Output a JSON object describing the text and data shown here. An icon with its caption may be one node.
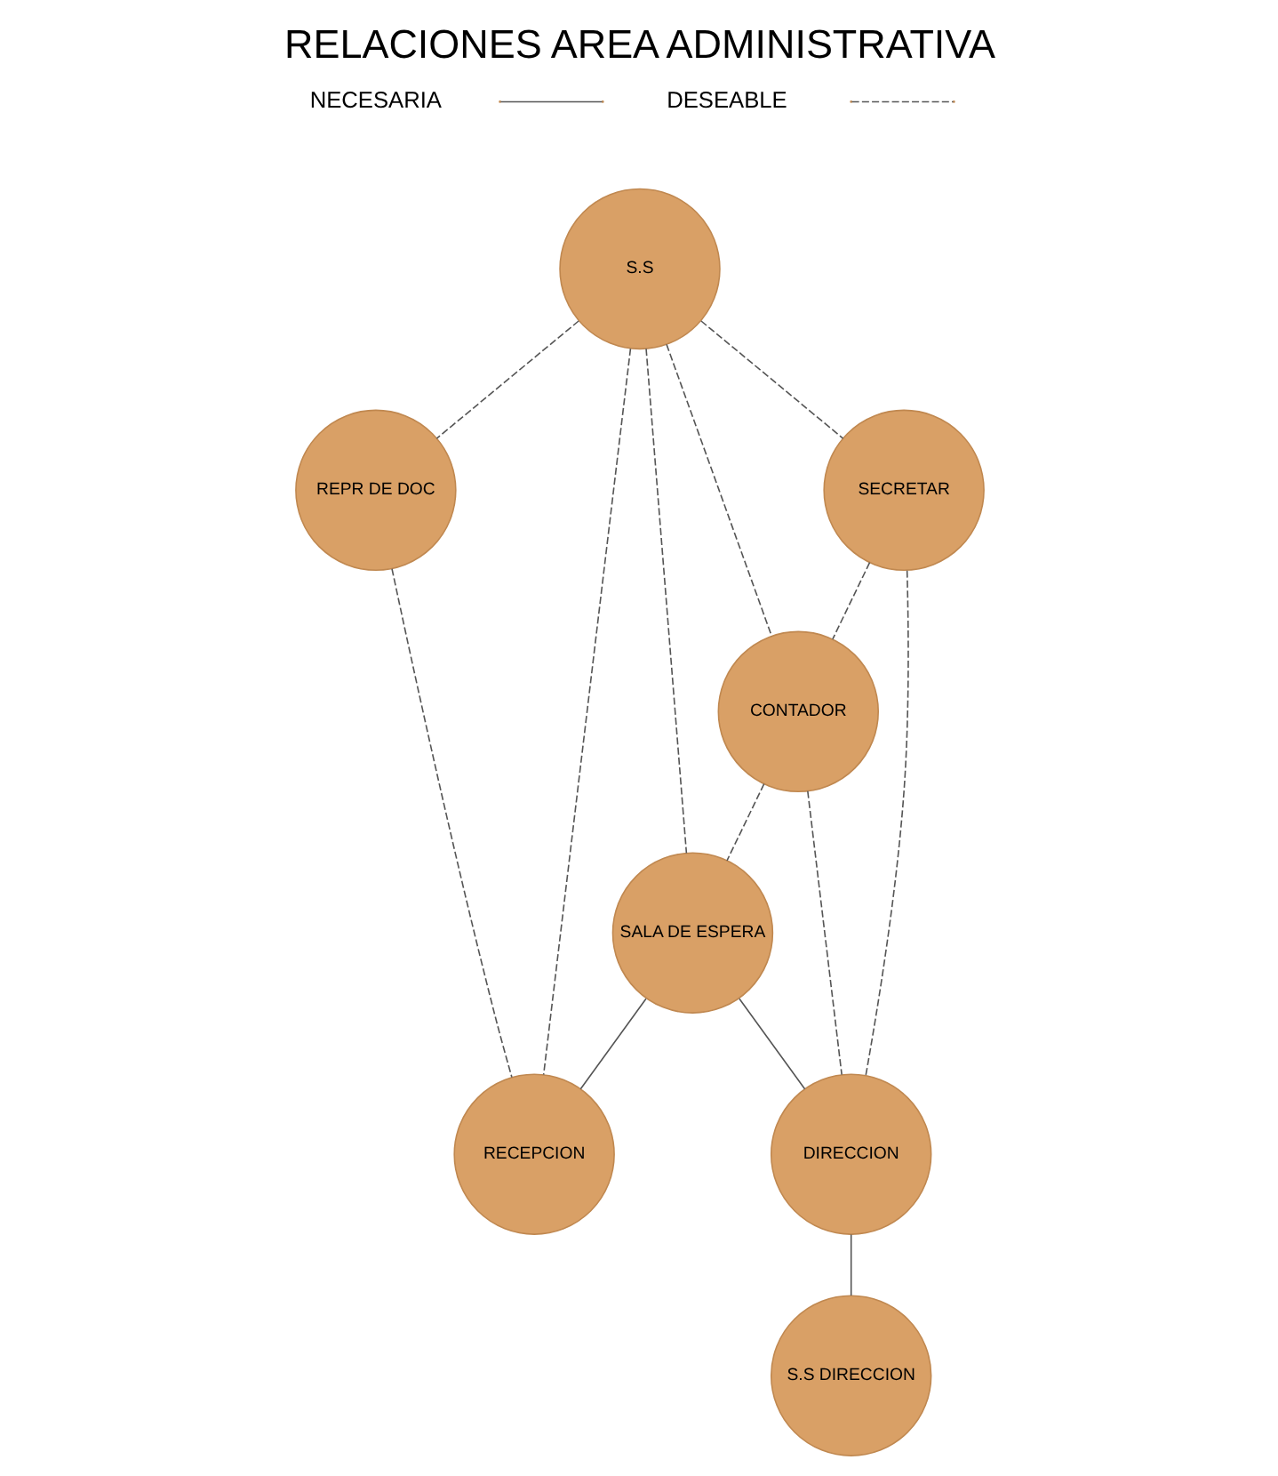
{
  "diagram": {
    "title": "RELACIONES AREA ADMINISTRATIVA",
    "nodes": [
      {
        "text": [
          "REPR DE DOC"
        ]
      },
      {
        "text": [
          "S.S"
        ]
      },
      {
        "text": [
          "SECRETAR"
        ]
      },
      {
        "text": [
          "CONTADOR"
        ]
      },
      {
        "text": [
          "RECEPCION"
        ]
      },
      {
        "text": [
          "SALA DE ESPERA"
        ]
      },
      {
        "text": [
          "DIRECCION"
        ]
      },
      {
        "text": [
          "S.S DIRECCION"
        ]
      }
    ],
    "edges": [
      {
        "from": 1,
        "to": 0,
        "arrow": "none",
        "style": "dashed"
      },
      {
        "from": 0,
        "to": 4,
        "arrow": "none",
        "style": "dashed"
      },
      {
        "from": 1,
        "to": 2,
        "arrow": "none",
        "style": "dashed"
      },
      {
        "from": 1,
        "to": 3,
        "arrow": "none",
        "style": "dashed"
      },
      {
        "from": 1,
        "to": 5,
        "arrow": "none",
        "style": "dashed"
      },
      {
        "from": 1,
        "to": 4,
        "arrow": "none",
        "style": "dashed"
      },
      {
        "from": 2,
        "to": 3,
        "arrow": "none",
        "style": "dashed"
      },
      {
        "from": 3,
        "to": 5,
        "arrow": "none",
        "style": "dashed"
      },
      {
        "from": 3,
        "to": 6,
        "arrow": "none",
        "style": "dashed"
      },
      {
        "from": 2,
        "to": 6,
        "arrow": "none",
        "style": "dashed"
      },
      {
        "from": 5,
        "to": 4,
        "arrow": "none"
      },
      {
        "from": 5,
        "to": 6,
        "arrow": "none"
      },
      {
        "from": 6,
        "to": 7,
        "arrow": "none"
      }
    ],
    "legend": [
      {
        "text": "NECESARIA"
      },
      {
        "text": "DESEABLE"
      }
    ]
  }
}
